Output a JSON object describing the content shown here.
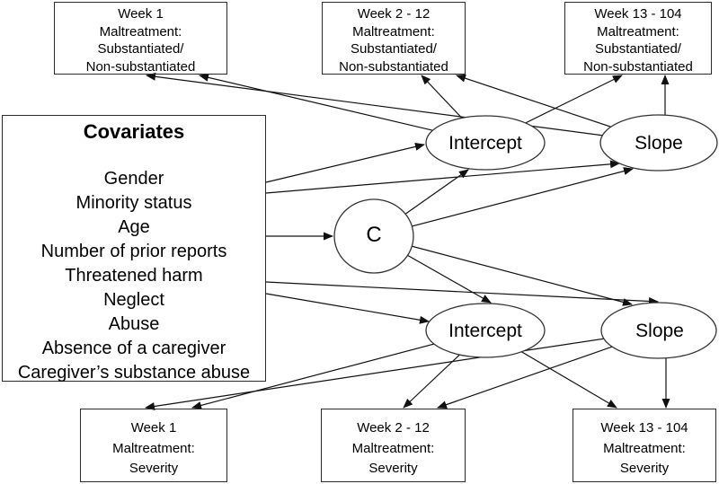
{
  "observed_boxes": {
    "top": [
      {
        "id": "week1-substantiation",
        "text": "Week 1\nMaltreatment:\nSubstantiated/\nNon-substantiated"
      },
      {
        "id": "week2-12-substantiation",
        "text": "Week 2 - 12\nMaltreatment:\nSubstantiated/\nNon-substantiated"
      },
      {
        "id": "week13-104-substantiation",
        "text": "Week 13 - 104\nMaltreatment:\nSubstantiated/\nNon-substantiated"
      }
    ],
    "bottom": [
      {
        "id": "week1-severity",
        "text": "Week 1\nMaltreatment:\nSeverity"
      },
      {
        "id": "week2-12-severity",
        "text": "Week 2 - 12\nMaltreatment:\nSeverity"
      },
      {
        "id": "week13-104-severity",
        "text": "Week 13 - 104\nMaltreatment:\nSeverity"
      }
    ]
  },
  "covariates": {
    "title": "Covariates",
    "items": [
      "Gender",
      "Minority status",
      "Age",
      "Number of prior reports",
      "Threatened harm",
      "Neglect",
      "Abuse",
      "Absence of a caregiver",
      "Caregiver’s substance abuse"
    ]
  },
  "latents": [
    {
      "id": "intercept-top",
      "label": "Intercept"
    },
    {
      "id": "slope-top",
      "label": "Slope"
    },
    {
      "id": "c",
      "label": "C"
    },
    {
      "id": "intercept-bottom",
      "label": "Intercept"
    },
    {
      "id": "slope-bottom",
      "label": "Slope"
    }
  ],
  "edges": [
    {
      "from": "covariates",
      "to": "c"
    },
    {
      "from": "covariates",
      "to": "intercept-top"
    },
    {
      "from": "covariates",
      "to": "slope-top"
    },
    {
      "from": "covariates",
      "to": "intercept-bottom"
    },
    {
      "from": "covariates",
      "to": "slope-bottom"
    },
    {
      "from": "c",
      "to": "intercept-top"
    },
    {
      "from": "c",
      "to": "slope-top"
    },
    {
      "from": "c",
      "to": "intercept-bottom"
    },
    {
      "from": "c",
      "to": "slope-bottom"
    },
    {
      "from": "intercept-top",
      "to": "week1-substantiation"
    },
    {
      "from": "intercept-top",
      "to": "week2-12-substantiation"
    },
    {
      "from": "intercept-top",
      "to": "week13-104-substantiation"
    },
    {
      "from": "slope-top",
      "to": "week1-substantiation"
    },
    {
      "from": "slope-top",
      "to": "week2-12-substantiation"
    },
    {
      "from": "slope-top",
      "to": "week13-104-substantiation"
    },
    {
      "from": "intercept-bottom",
      "to": "week1-severity"
    },
    {
      "from": "intercept-bottom",
      "to": "week2-12-severity"
    },
    {
      "from": "intercept-bottom",
      "to": "week13-104-severity"
    },
    {
      "from": "slope-bottom",
      "to": "week1-severity"
    },
    {
      "from": "slope-bottom",
      "to": "week2-12-severity"
    },
    {
      "from": "slope-bottom",
      "to": "week13-104-severity"
    }
  ],
  "colors": {
    "background": "#ffffff",
    "line": "#111111",
    "box_border": "#2b2b2b",
    "text": "#000000"
  }
}
